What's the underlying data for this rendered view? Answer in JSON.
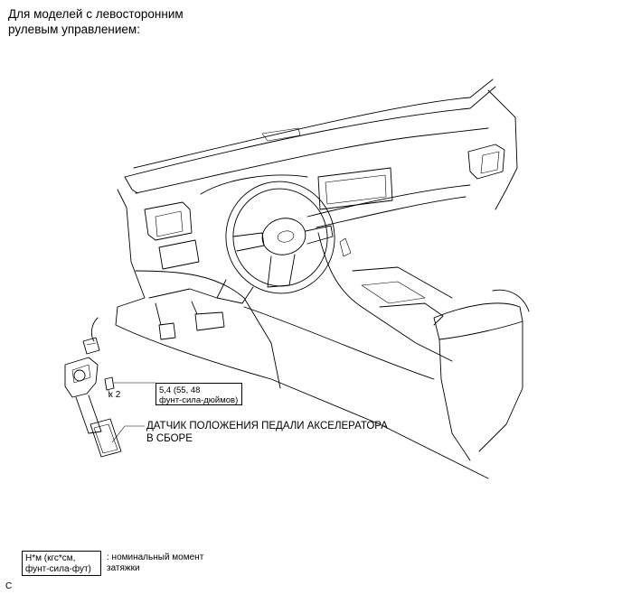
{
  "header": {
    "line1": "Для моделей с левосторонним",
    "line2": "рулевым управлением:"
  },
  "torque_callout": {
    "quantity": "x 2",
    "line1": "5,4 (55, 48",
    "line2": "фунт-сила-дюймов)"
  },
  "part_label": {
    "line1": "ДАТЧИК ПОЛОЖЕНИЯ ПЕДАЛИ АКСЕЛЕРАТОРА",
    "line2": "В СБОРЕ"
  },
  "legend": {
    "box_line1": "Н*м (кгс*см,",
    "box_line2": "фунт-сила-фут)",
    "desc_line1": ": номинальный момент",
    "desc_line2": "затяжки"
  },
  "footer": {
    "code": "C"
  }
}
